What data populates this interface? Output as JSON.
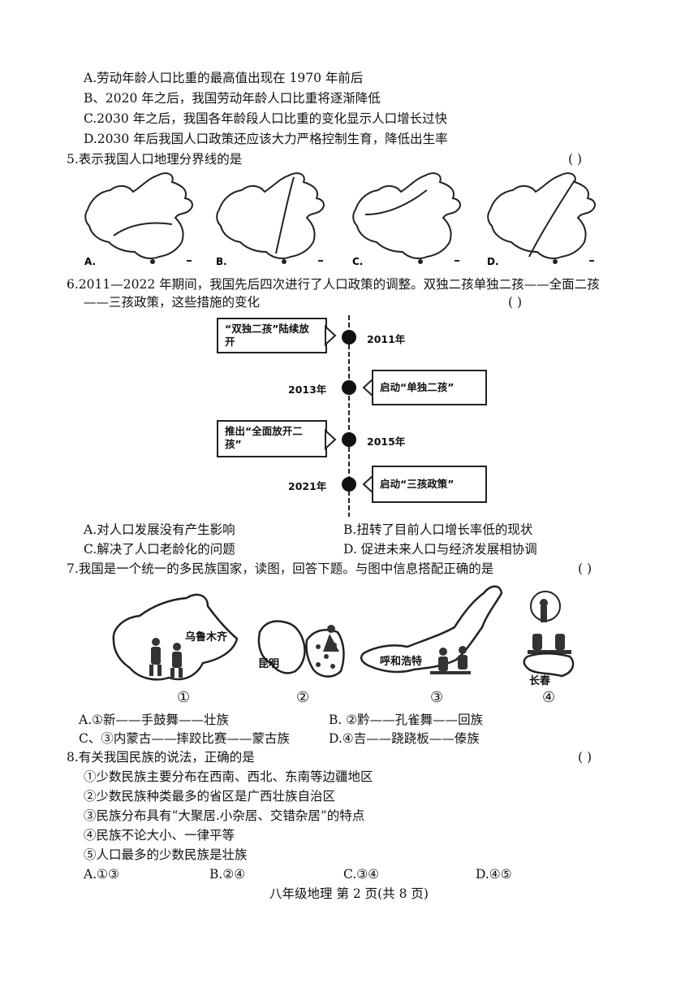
{
  "q4": {
    "options": [
      "A.劳动年龄人口比重的最高值出现在 1970 年前后",
      "B、2020 年之后，我国劳动年龄人口比重将逐渐降低",
      "C.2030 年之后，我国各年龄段人口比重的变化显示人口增长过快",
      "D.2030 年后我国人口政策还应该大力严格控制生育，降低出生率"
    ]
  },
  "q5": {
    "stem": "5.表示我国人口地理分界线的是",
    "paren": "(      )",
    "map_labels": [
      "A.",
      "B.",
      "C.",
      "D."
    ]
  },
  "q6": {
    "stem_line1": "6.2011—2022 年期间，我国先后四次进行了人口政策的调整。双独二孩单独二孩——全面二孩",
    "stem_line2": "——三孩政策，这些措施的变化",
    "paren": "(      )",
    "timeline": [
      {
        "year": "2011年",
        "text": "“双独二孩”陆续放开"
      },
      {
        "year": "2013年",
        "text": "启动“单独二孩”"
      },
      {
        "year": "2015年",
        "text": "推出“全面放开二孩”"
      },
      {
        "year": "2021年",
        "text": "启动“三孩政策”"
      }
    ],
    "options": [
      "A.对人口发展没有产生影响",
      "B.扭转了目前人口增长率低的现状",
      "C.解决了人口老龄化的问题",
      "D.  促进未来人口与经济发展相协调"
    ]
  },
  "q7": {
    "stem": "7.我国是一个统一的多民族国家，读图，回答下题。与图中信息搭配正确的是",
    "paren": "(      )",
    "map_labels": [
      "乌鲁木齐",
      "昆明",
      "呼和浩特",
      "长春"
    ],
    "numbers": [
      "①",
      "②",
      "③",
      "④"
    ],
    "options": [
      "A.①新——手鼓舞——壮族",
      "B.  ②黔——孔雀舞——回族",
      "C、③内蒙古——摔跤比赛——蒙古族",
      "D.④吉——跷跷板——傣族"
    ]
  },
  "q8": {
    "stem": "8.有关我国民族的说法，正确的是",
    "paren": "(      )",
    "statements": [
      "①少数民族主要分布在西南、西北、东南等边疆地区",
      "②少数民族种类最多的省区是广西壮族自治区",
      "③民族分布具有“大聚居.小杂居、交错杂居”的特点",
      "④民族不论大小、一律平等",
      "⑤人口最多的少数民族是壮族"
    ],
    "options": [
      "A.①③",
      "B.②④",
      "C.③④",
      "D.④⑤"
    ]
  },
  "footer": "八年级地理  第 2 页(共 8 页)"
}
